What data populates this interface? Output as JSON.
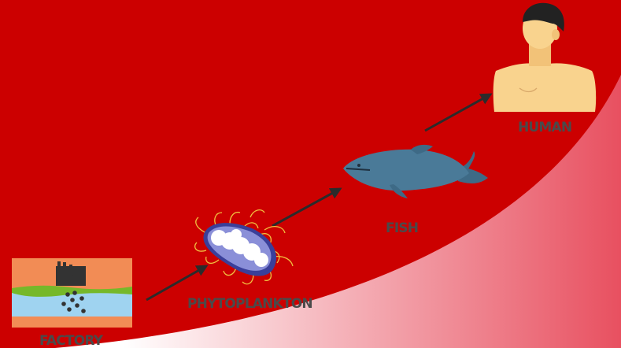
{
  "nodes": [
    {
      "id": "factory",
      "label": "FACTORY",
      "icon": "factory-icon"
    },
    {
      "id": "phytoplankton",
      "label": "PHYTOPLANKTON",
      "icon": "phytoplankton-icon"
    },
    {
      "id": "fish",
      "label": "FISH",
      "icon": "fish-icon"
    },
    {
      "id": "human",
      "label": "HUMAN",
      "icon": "human-icon"
    }
  ],
  "edges": [
    {
      "from": "factory",
      "to": "phytoplankton"
    },
    {
      "from": "phytoplankton",
      "to": "fish"
    },
    {
      "from": "fish",
      "to": "human"
    }
  ],
  "colors": {
    "background": "#cc0000",
    "gradient_start": "#ffffff",
    "gradient_end": "#e85060",
    "arrow": "#2b2b2b",
    "label": "#4a4a4a"
  }
}
